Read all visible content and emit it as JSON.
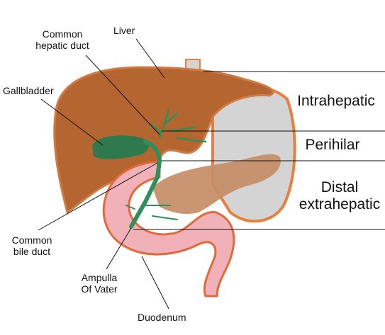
{
  "labels": {
    "common_hepatic_duct": [
      "Common",
      "hepatic duct"
    ],
    "liver": "Liver",
    "gallbladder": "Gallbladder",
    "common_bile_duct": [
      "Common",
      "bile duct"
    ],
    "ampulla": [
      "Ampulla",
      "Of Vater"
    ],
    "duodenum": "Duodenum"
  },
  "regions": {
    "intrahepatic": "Intrahepatic",
    "perihilar": "Perihilar",
    "distal": [
      "Distal",
      "extrahepatic"
    ]
  },
  "colors": {
    "liver": "#b5652f",
    "liver_light": "#c9773e",
    "stomach": "#d2d2d2",
    "pancreas": "#c9956b",
    "duodenum": "#f1b1b8",
    "duodenum_edge": "#e06a3a",
    "bile_duct": "#2f8f5b",
    "gallbladder": "#2e7a4e"
  }
}
